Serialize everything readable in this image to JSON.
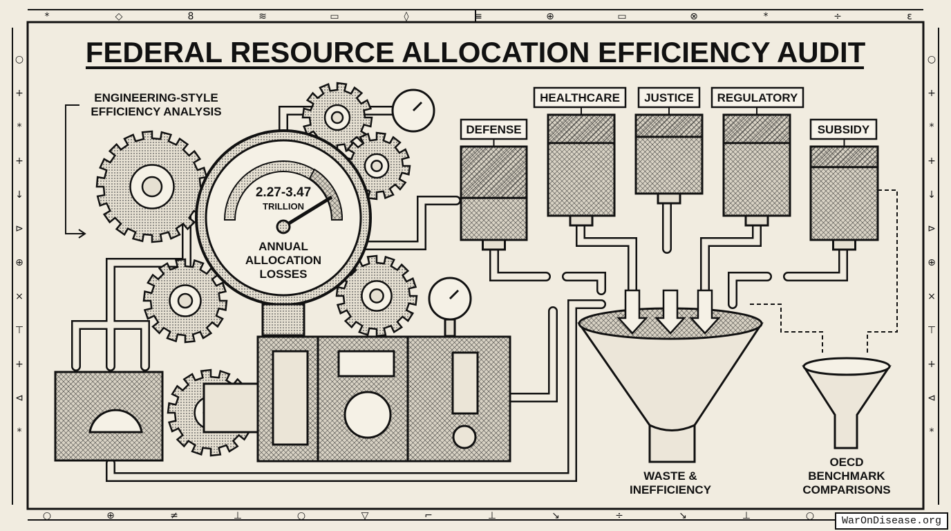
{
  "title": "FEDERAL RESOURCE ALLOCATION EFFICIENCY AUDIT",
  "subtitle_lines": [
    "ENGINEERING-STYLE",
    "EFFICIENCY ANALYSIS"
  ],
  "gauge": {
    "value_line": "2.27-3.47",
    "unit_line": "TRILLION",
    "label_lines": [
      "ANNUAL",
      "ALLOCATION",
      "LOSSES"
    ]
  },
  "tanks": [
    {
      "label": "DEFENSE"
    },
    {
      "label": "HEALTHCARE"
    },
    {
      "label": "JUSTICE"
    },
    {
      "label": "REGULATORY"
    },
    {
      "label": "SUBSIDY"
    }
  ],
  "waste_funnel": {
    "label_lines": [
      "WASTE &",
      "INEFFICIENCY"
    ]
  },
  "oecd_funnel": {
    "label_lines": [
      "OECD",
      "BENCHMARK",
      "COMPARISONS"
    ]
  },
  "watermark": "WarOnDisease.org",
  "colors": {
    "paper": "#f1ece0",
    "ink": "#111111"
  }
}
